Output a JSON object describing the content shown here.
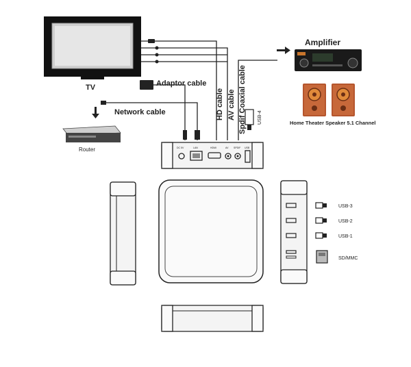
{
  "labels": {
    "tv": "TV",
    "adaptor_cable": "Adaptor cable",
    "network_cable": "Network cable",
    "router": "Router",
    "hd_cable": "HD cable",
    "av_cable": "AV cable",
    "spdif_cable": "Spdif Coaxial cable",
    "usb4": "USB-4",
    "amplifier": "Amplifier",
    "speakers": "Home Theater Speaker 5.1 Channel",
    "usb3": "USB-3",
    "usb2": "USB-2",
    "usb1": "USB-1",
    "sdmmc": "SD/MMC"
  },
  "port_labels": {
    "dc": "DC 5V",
    "lan": "LAN",
    "hdmi": "HDMI",
    "av": "AV",
    "spdif": "SPDIF",
    "usb": "USB"
  },
  "colors": {
    "line": "#222222",
    "device": "#f4f4f4",
    "screen": "#d9d9d9",
    "bezel": "#111111",
    "speaker_wood": "#b5552d",
    "speaker_cone": "#e08a3a"
  }
}
